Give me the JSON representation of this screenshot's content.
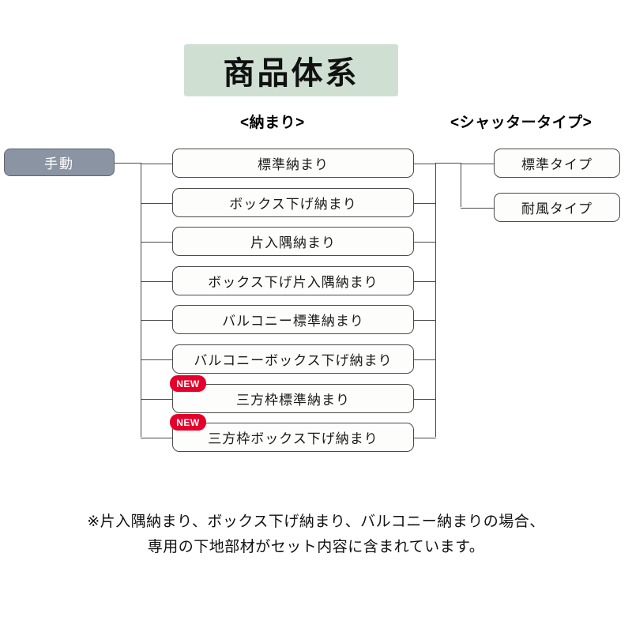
{
  "title": "商品体系",
  "columns": {
    "left_header": "<納まり>",
    "right_header": "<シャッタータイプ>"
  },
  "root": {
    "label": "手動"
  },
  "nawamari_items": [
    {
      "label": "標準納まり",
      "badge": ""
    },
    {
      "label": "ボックス下げ納まり",
      "badge": ""
    },
    {
      "label": "片入隅納まり",
      "badge": ""
    },
    {
      "label": "ボックス下げ片入隅納まり",
      "badge": ""
    },
    {
      "label": "バルコニー標準納まり",
      "badge": ""
    },
    {
      "label": "バルコニーボックス下げ納まり",
      "badge": ""
    },
    {
      "label": "三方枠標準納まり",
      "badge": "NEW"
    },
    {
      "label": "三方枠ボックス下げ納まり",
      "badge": "NEW"
    }
  ],
  "shutter_types": [
    {
      "label": "標準タイプ"
    },
    {
      "label": "耐風タイプ"
    }
  ],
  "footnote": {
    "line1": "※片入隅納まり、ボックス下げ納まり、バルコニー納まりの場合、",
    "line2": "専用の下地部材がセット内容に含まれています。"
  },
  "colors": {
    "title_band": "#cfe0d3",
    "root_fill": "#8b94a2",
    "badge": "#e4002b",
    "line": "#4a4a48"
  }
}
